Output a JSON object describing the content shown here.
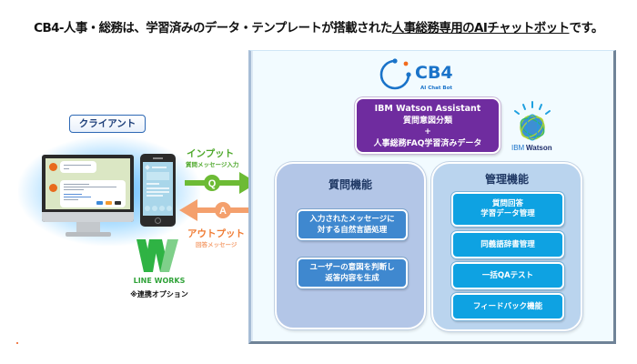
{
  "headline": {
    "prefix": "CB4-人事・総務は、学習済みのデータ・テンプレートが搭載された",
    "emphasis": "人事総務専用のAIチャットボット",
    "suffix": "です。"
  },
  "client": {
    "label": "クライアント"
  },
  "flow": {
    "input": {
      "label": "インプット",
      "sub": "質問メッセージ入力",
      "badge": "Q",
      "color": "#6dbb35"
    },
    "output": {
      "label": "アウトプット",
      "sub": "回答メッセージ",
      "badge": "A",
      "color": "#f4a06d"
    }
  },
  "line_works": {
    "name": "LINE WORKS",
    "note": "※連携オプション"
  },
  "cb4": {
    "logo_text": "CB4",
    "tagline": "AI Chat Bot"
  },
  "watson_box": {
    "line1": "IBM Watson Assistant",
    "line2": "質問意図分類",
    "line3": "+",
    "line4": "人事総務FAQ学習済みデータ"
  },
  "watson_logo": {
    "ibm": "IBM",
    "name": "Watson"
  },
  "question_features": {
    "title": "質問機能",
    "items": [
      {
        "line1": "入力されたメッセージに",
        "line2": "対する自然言語処理"
      },
      {
        "line1": "ユーザーの意図を判断し",
        "line2": "返答内容を生成"
      }
    ]
  },
  "management_features": {
    "title": "管理機能",
    "items": [
      {
        "line1": "質問回答",
        "line2": "学習データ管理"
      },
      {
        "line1": "同義語辞書管理",
        "line2": ""
      },
      {
        "line1": "一括QAテスト",
        "line2": ""
      },
      {
        "line1": "フィードバック機能",
        "line2": ""
      }
    ]
  },
  "colors": {
    "purple": "#6f2c9f",
    "cb4_blue": "#1a73c9",
    "cb4_accent": "#f26b1d",
    "question_button": "#3f88cf",
    "management_button": "#0ea2e2",
    "line_works_green": "#31a33a"
  }
}
